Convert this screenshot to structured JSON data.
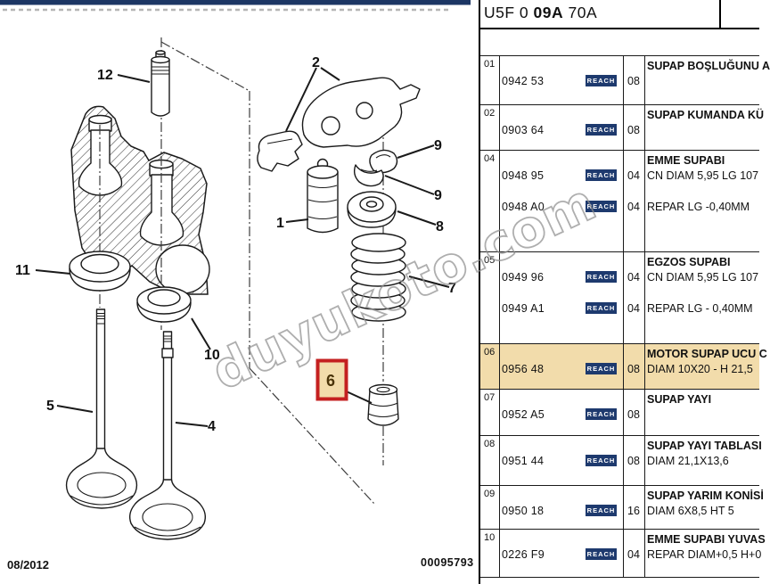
{
  "header": {
    "code_prefix": "U5F 0 ",
    "code_bold": "09A",
    "code_suffix": " 70A"
  },
  "watermark": {
    "text": "duyukoto.com"
  },
  "footer": {
    "date": "08/2012",
    "doc_number": "00095793"
  },
  "colors": {
    "navy": "#1e3a6e",
    "highlight": "#f2dcab",
    "red_box": "#c42020",
    "highlight_digit": "#4a3408"
  },
  "diagram": {
    "labels": {
      "l12": "12",
      "l2": "2",
      "l9a": "9",
      "l9b": "9",
      "l8": "8",
      "l1": "1",
      "l11": "11",
      "l7": "7",
      "l10": "10",
      "l5": "5",
      "l4": "4"
    },
    "highlight_label": "6"
  },
  "table": {
    "reach_label": "REACH",
    "rows": [
      {
        "ref": "01",
        "highlight": false,
        "parts": [
          {
            "number": "0942 53",
            "qty": "08"
          }
        ],
        "desc_title": "SUPAP BOŞLUĞUNU A",
        "desc_details": []
      },
      {
        "ref": "02",
        "highlight": false,
        "parts": [
          {
            "number": "0903 64",
            "qty": "08"
          }
        ],
        "desc_title": "SUPAP KUMANDA KÜ",
        "desc_details": []
      },
      {
        "ref": "04",
        "highlight": false,
        "parts": [
          {
            "number": "0948 95",
            "qty": "04"
          },
          {
            "number": "0948 A0",
            "qty": "04"
          }
        ],
        "desc_title": "EMME SUPABI",
        "desc_details": [
          "CN DIAM 5,95 LG 107",
          "REPAR LG -0,40MM"
        ]
      },
      {
        "ref": "05",
        "highlight": false,
        "parts": [
          {
            "number": "0949 96",
            "qty": "04"
          },
          {
            "number": "0949 A1",
            "qty": "04"
          }
        ],
        "desc_title": "EGZOS SUPABI",
        "desc_details": [
          "CN DIAM 5,95 LG 107",
          "REPAR LG - 0,40MM"
        ]
      },
      {
        "ref": "06",
        "highlight": true,
        "parts": [
          {
            "number": "0956 48",
            "qty": "08"
          }
        ],
        "desc_title": "MOTOR SUPAP UCU C",
        "desc_details": [
          "DIAM 10X20 - H 21,5"
        ]
      },
      {
        "ref": "07",
        "highlight": false,
        "parts": [
          {
            "number": "0952 A5",
            "qty": "08"
          }
        ],
        "desc_title": "SUPAP YAYI",
        "desc_details": []
      },
      {
        "ref": "08",
        "highlight": false,
        "parts": [
          {
            "number": "0951 44",
            "qty": "08"
          }
        ],
        "desc_title": "SUPAP YAYI TABLASI",
        "desc_details": [
          "DIAM 21,1X13,6"
        ]
      },
      {
        "ref": "09",
        "highlight": false,
        "parts": [
          {
            "number": "0950 18",
            "qty": "16"
          }
        ],
        "desc_title": "SUPAP YARIM KONİSİ",
        "desc_details": [
          "DIAM 6X8,5 HT 5"
        ]
      },
      {
        "ref": "10",
        "highlight": false,
        "parts": [
          {
            "number": "0226 F9",
            "qty": "04"
          }
        ],
        "desc_title": "EMME SUPABI YUVAS",
        "desc_details": [
          "REPAR DIAM+0,5 H+0"
        ]
      }
    ]
  }
}
